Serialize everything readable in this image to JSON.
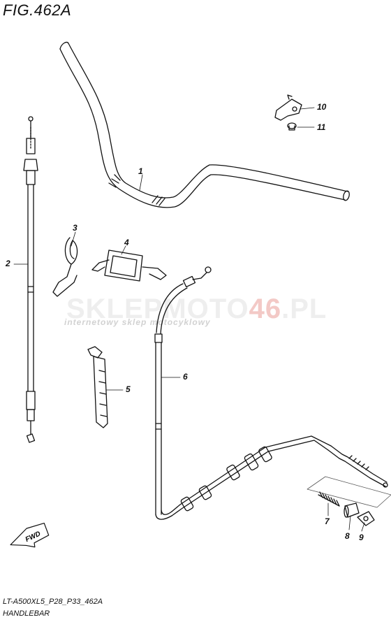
{
  "figure": {
    "title": "FIG.462A"
  },
  "footer": {
    "model_code": "LT-A500XL5_P28_P33_462A",
    "section_name": "HANDLEBAR"
  },
  "watermark": {
    "brand_main": "SKLEPMOTO",
    "brand_accent": "46",
    "brand_suffix": ".PL",
    "tagline": "internetowy sklep motocyklowy",
    "accent_color": "#e8453c"
  },
  "fwd_label": "FWD",
  "callouts": [
    {
      "id": "1",
      "text": "1"
    },
    {
      "id": "2",
      "text": "2"
    },
    {
      "id": "3",
      "text": "3"
    },
    {
      "id": "4",
      "text": "4"
    },
    {
      "id": "5",
      "text": "5"
    },
    {
      "id": "6",
      "text": "6"
    },
    {
      "id": "7",
      "text": "7"
    },
    {
      "id": "8",
      "text": "8"
    },
    {
      "id": "9",
      "text": "9"
    },
    {
      "id": "10",
      "text": "10"
    },
    {
      "id": "11",
      "text": "11"
    }
  ]
}
